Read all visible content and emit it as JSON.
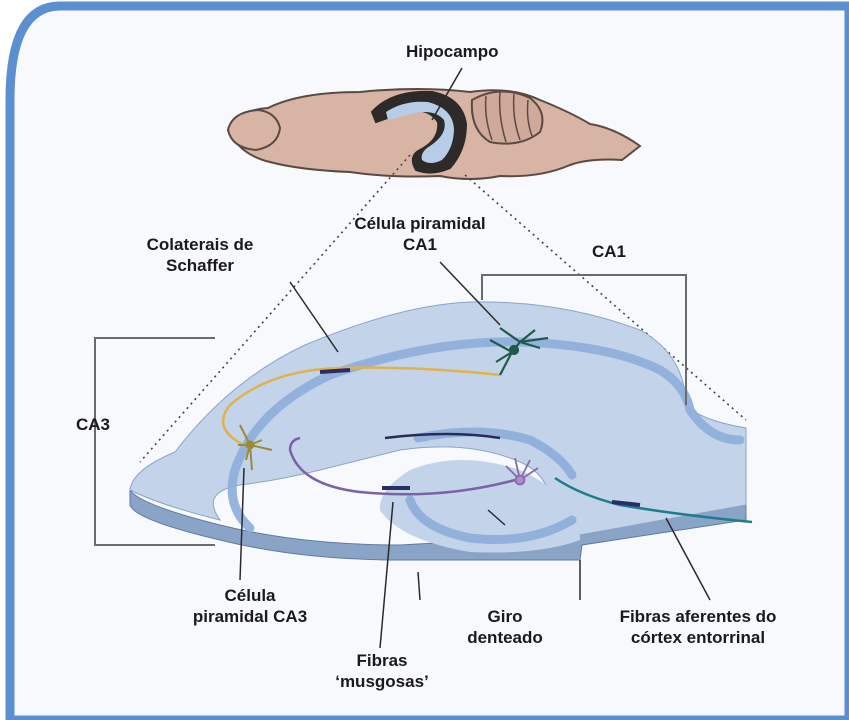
{
  "labels": {
    "hipocampo": "Hipocampo",
    "colaterais_line1": "Colaterais de",
    "colaterais_line2": "Schaffer",
    "celula_ca1_line1": "Célula piramidal",
    "celula_ca1_line2": "CA1",
    "ca1": "CA1",
    "ca3": "CA3",
    "celula_ca3_line1": "Célula",
    "celula_ca3_line2": "piramidal CA3",
    "fibras_musgosas_line1": "Fibras",
    "fibras_musgosas_line2": "‘musgosas’",
    "giro_line1": "Giro",
    "giro_line2": "denteado",
    "fibras_aferentes_line1": "Fibras aferentes do",
    "fibras_aferentes_line2": "córtex entorrinal"
  },
  "colors": {
    "frame_border": "#5b8fd0",
    "frame_fill": "#f7f9fc",
    "brain_fill": "#d8b4a4",
    "brain_stroke": "#5a4a44",
    "hippocampus_fill": "#b7cde7",
    "slice_top": "#c3d4ea",
    "slice_side": "#8aa4c8",
    "cell_layer": "#8fb0dc",
    "schaffer_axon": "#e0b24a",
    "mossy_fiber": "#7b62a8",
    "perforant_path": "#1e7d8c",
    "ca1_neuron": "#1f5a4a",
    "ca3_neuron": "#9a8a3a",
    "granule_cell": "#8a6aa8",
    "bracket": "#6b6b6b"
  }
}
